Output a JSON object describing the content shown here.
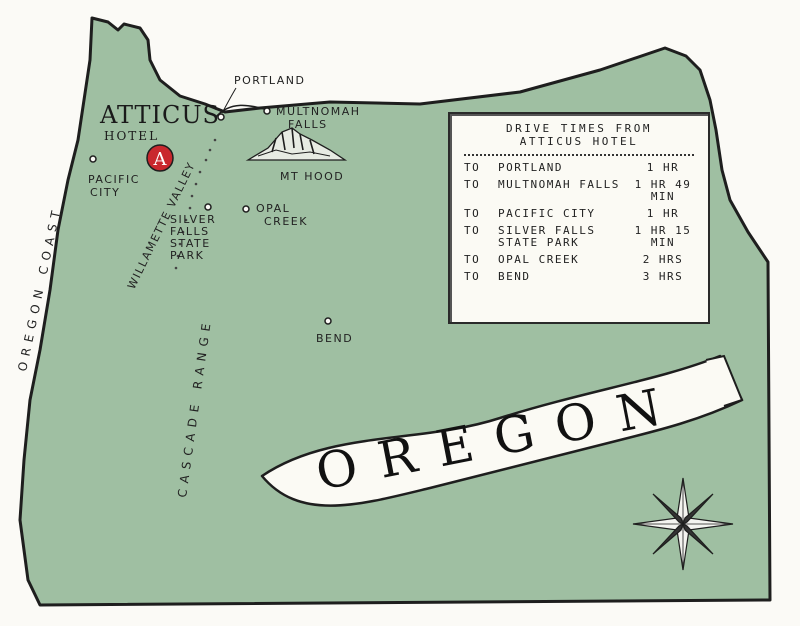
{
  "title": "OREGON",
  "region_label": "OREGON COAST",
  "hotel": {
    "name": "ATTICUS",
    "sub": "HOTEL",
    "marker": "A",
    "marker_color": "#c9272d"
  },
  "places": {
    "portland": "PORTLAND",
    "multnomah_1": "MULTNOMAH",
    "multnomah_2": "FALLS",
    "pacific_1": "PACIFIC",
    "pacific_2": "CITY",
    "mthood": "MT HOOD",
    "silver_1": "SILVER",
    "silver_2": "FALLS",
    "silver_3": "STATE",
    "silver_4": "PARK",
    "opal_1": "OPAL",
    "opal_2": "CREEK",
    "bend": "BEND",
    "willamette": "WILLAMETTE VALLEY",
    "cascade": "CASCADE RANGE"
  },
  "drive_times": {
    "heading_1": "DRIVE TIMES FROM",
    "heading_2": "ATTICUS HOTEL",
    "rows": [
      {
        "to": "TO",
        "dest": "PORTLAND",
        "time": "1 HR"
      },
      {
        "to": "TO",
        "dest": "MULTNOMAH FALLS",
        "time": "1 HR 49 MIN"
      },
      {
        "to": "TO",
        "dest": "PACIFIC CITY",
        "time": "1 HR"
      },
      {
        "to": "TO",
        "dest": "SILVER FALLS STATE PARK",
        "time": "1 HR 15 MIN"
      },
      {
        "to": "TO",
        "dest": "OPAL CREEK",
        "time": "2 HRS"
      },
      {
        "to": "TO",
        "dest": "BEND",
        "time": "3 HRS"
      }
    ]
  },
  "colors": {
    "land": "#9fbfa2",
    "outline": "#1e1e1e",
    "paper": "#fbfaf6",
    "accent": "#c9272d"
  },
  "icons": {
    "compass": "compass-rose-icon",
    "mountain": "mountain-icon"
  }
}
